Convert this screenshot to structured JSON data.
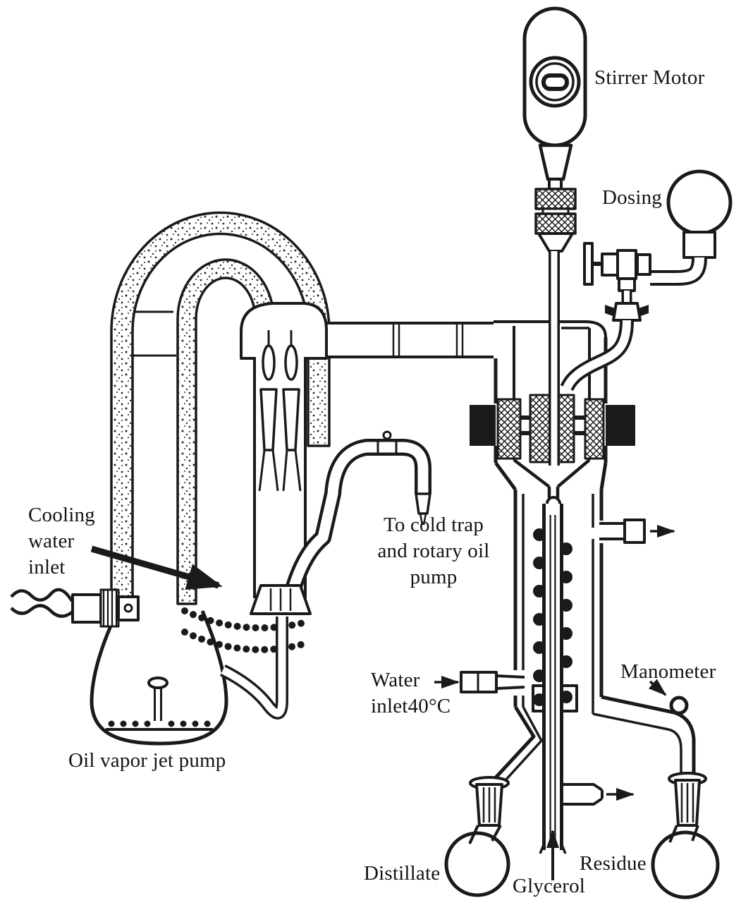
{
  "diagram": {
    "type": "laboratory-apparatus-line-drawing",
    "colors": {
      "ink": "#1a1a1a",
      "paper": "#ffffff"
    },
    "labels": {
      "stirrer_motor": "Stirrer Motor",
      "dosing": "Dosing",
      "cooling_water_inlet": "Cooling\nwater\ninlet",
      "cold_trap": "To cold trap\nand rotary oil\npump",
      "oil_vapor_jet_pump": "Oil vapor jet pump",
      "water_inlet": "Water\ninlet40°C",
      "manometer": "Manometer",
      "distillate": "Distillate",
      "glycerol": "Glycerol",
      "residue": "Residue"
    }
  }
}
